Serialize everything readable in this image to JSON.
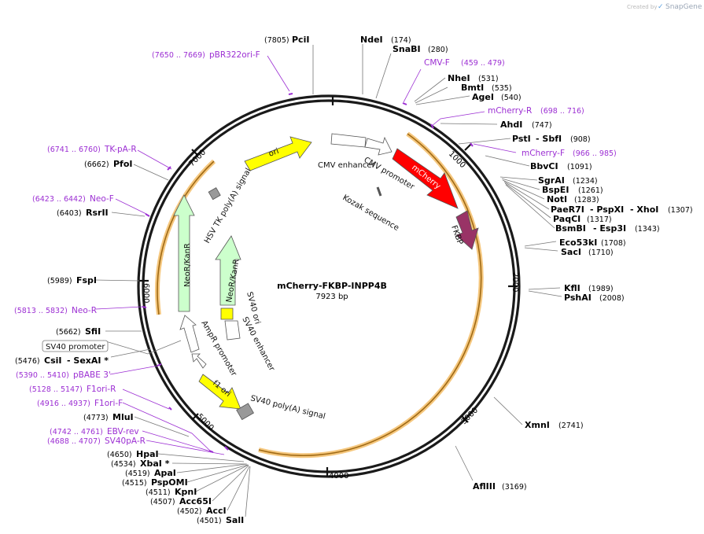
{
  "brand": {
    "created_by": "Created by",
    "name": "SnapGene"
  },
  "plasmid": {
    "name": "mCherry-FKBP-INPP4B",
    "length": "7923 bp"
  },
  "ticks": [
    "1000",
    "2000",
    "3000",
    "4000",
    "5000",
    "6000",
    "7000"
  ],
  "restriction_sites": [
    {
      "name": "PciI",
      "pos": "(7805)"
    },
    {
      "name": "NdeI",
      "pos": "(174)"
    },
    {
      "name": "SnaBI",
      "pos": "(280)"
    },
    {
      "name": "NheI",
      "pos": "(531)"
    },
    {
      "name": "BmtI",
      "pos": "(535)"
    },
    {
      "name": "AgeI",
      "pos": "(540)"
    },
    {
      "name": "AhdI",
      "pos": "(747)"
    },
    {
      "name": "PstI",
      "pos": ""
    },
    {
      "name": "- SbfI",
      "pos": "(908)"
    },
    {
      "name": "BbvCI",
      "pos": "(1091)"
    },
    {
      "name": "SgrAI",
      "pos": "(1234)"
    },
    {
      "name": "BspEI",
      "pos": "(1261)"
    },
    {
      "name": "NotI",
      "pos": "(1283)"
    },
    {
      "name": "PaeR7I",
      "pos": ""
    },
    {
      "name": "- PspXI",
      "pos": ""
    },
    {
      "name": "- XhoI",
      "pos": "(1307)"
    },
    {
      "name": "PaqCI",
      "pos": "(1317)"
    },
    {
      "name": "BsmBI",
      "pos": ""
    },
    {
      "name": "- Esp3I",
      "pos": "(1343)"
    },
    {
      "name": "Eco53kI",
      "pos": "(1708)"
    },
    {
      "name": "SacI",
      "pos": "(1710)"
    },
    {
      "name": "KflI",
      "pos": "(1989)"
    },
    {
      "name": "PshAI",
      "pos": "(2008)"
    },
    {
      "name": "XmnI",
      "pos": "(2741)"
    },
    {
      "name": "AflIII",
      "pos": "(3169)"
    },
    {
      "name": "SalI",
      "pos": "(4501)"
    },
    {
      "name": "AccI",
      "pos": "(4502)"
    },
    {
      "name": "Acc65I",
      "pos": "(4507)"
    },
    {
      "name": "KpnI",
      "pos": "(4511)"
    },
    {
      "name": "PspOMI",
      "pos": "(4515)"
    },
    {
      "name": "ApaI",
      "pos": "(4519)"
    },
    {
      "name": "XbaI *",
      "pos": "(4534)"
    },
    {
      "name": "HpaI",
      "pos": "(4650)"
    },
    {
      "name": "MluI",
      "pos": "(4773)"
    },
    {
      "name": "CsiI",
      "pos": "(5476)"
    },
    {
      "name": "- SexAI *",
      "pos": ""
    },
    {
      "name": "SfiI",
      "pos": "(5662)"
    },
    {
      "name": "FspI",
      "pos": "(5989)"
    },
    {
      "name": "RsrII",
      "pos": "(6403)"
    },
    {
      "name": "PfoI",
      "pos": "(6662)"
    }
  ],
  "primers": [
    {
      "name": "pBR322ori-F",
      "pos": "(7650 .. 7669)"
    },
    {
      "name": "CMV-F",
      "pos": "(459 .. 479)"
    },
    {
      "name": "mCherry-R",
      "pos": "(698 .. 716)"
    },
    {
      "name": "mCherry-F",
      "pos": "(966 .. 985)"
    },
    {
      "name": "TK-pA-R",
      "pos": "(6741 .. 6760)"
    },
    {
      "name": "Neo-F",
      "pos": "(6423 .. 6442)"
    },
    {
      "name": "Neo-R",
      "pos": "(5813 .. 5832)"
    },
    {
      "name": "pBABE 3'",
      "pos": "(5390 .. 5410)"
    },
    {
      "name": "F1ori-R",
      "pos": "(5128 .. 5147)"
    },
    {
      "name": "F1ori-F",
      "pos": "(4916 .. 4937)"
    },
    {
      "name": "EBV-rev",
      "pos": "(4742 .. 4761)"
    },
    {
      "name": "SV40pA-R",
      "pos": "(4688 .. 4707)"
    }
  ],
  "features": [
    {
      "name": "ori",
      "color": "#ffff00"
    },
    {
      "name": "CMV enhancer",
      "color": "#ffffff"
    },
    {
      "name": "CMV promoter",
      "color": "#ffffff"
    },
    {
      "name": "mCherry",
      "color": "#ff0000"
    },
    {
      "name": "Kozak sequence",
      "color": "#ffffff"
    },
    {
      "name": "FKBP",
      "color": "#993366"
    },
    {
      "name": "HSV TK poly(A) signal",
      "color": "#999999"
    },
    {
      "name": "NeoR/KanR",
      "color": "#ccffcc"
    },
    {
      "name": "SV40 ori",
      "color": "#ffff00"
    },
    {
      "name": "SV40 enhancer",
      "color": "#ffffff"
    },
    {
      "name": "AmpR promoter",
      "color": "#ffffff"
    },
    {
      "name": "f1 ori",
      "color": "#ffff00"
    },
    {
      "name": "SV40 poly(A) signal",
      "color": "#999999"
    }
  ],
  "boxed_labels": [
    {
      "name": "SV40 promoter"
    }
  ]
}
